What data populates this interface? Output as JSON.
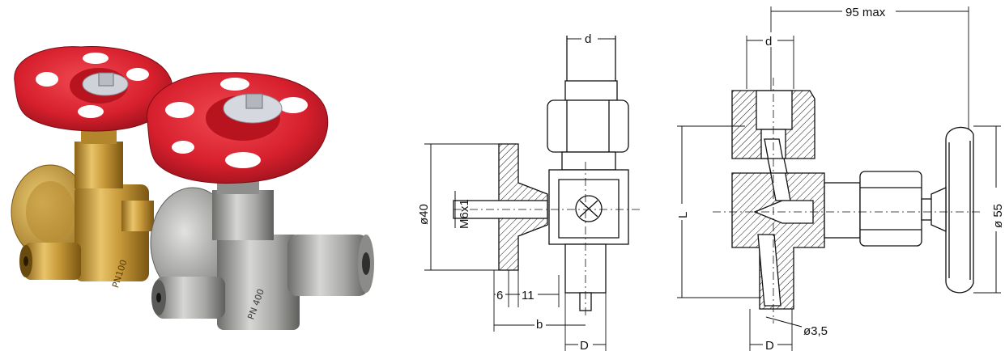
{
  "photo": {
    "brass_valve_marking": "PN100",
    "steel_valve_marking": "PN 400"
  },
  "front_view": {
    "dim_d": "d",
    "dim_thread": "M6x1",
    "dim_diameter": "ø40",
    "dim_6": "6",
    "dim_11": "11",
    "dim_b": "b",
    "dim_D": "D"
  },
  "side_view": {
    "dim_95max": "95 max",
    "dim_d": "d",
    "dim_L": "L",
    "dim_wheel": "ø 55",
    "dim_bore": "ø3,5",
    "dim_D": "D"
  },
  "colors": {
    "handwheel": "#d8202e",
    "brass": "#c89a3a",
    "steel": "#a8a9a6",
    "line": "#111111"
  }
}
